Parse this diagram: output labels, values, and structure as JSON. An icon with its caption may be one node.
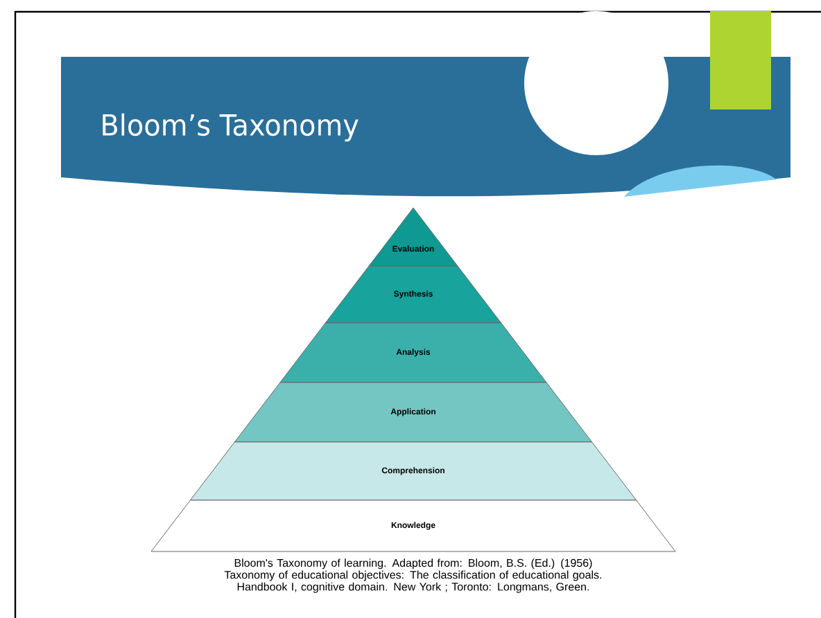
{
  "diagram": {
    "title": "Bloom’s Taxonomy",
    "caption": "Bloom's Taxonomy of learning.  Adapted from: Bloom, B.S. (Ed.) (1956) Taxonomy of educational objectives: The classification of educational goals. Handbook I, cognitive domain. New York ; Toronto: Longmans, Green.",
    "nodes": [
      {
        "text": [
          "Evaluation"
        ]
      },
      {
        "text": [
          "Synthesis"
        ]
      },
      {
        "text": [
          "Analysis"
        ]
      },
      {
        "text": [
          "Application"
        ]
      },
      {
        "text": [
          "Comprehension"
        ]
      },
      {
        "text": [
          "Knowledge"
        ]
      }
    ]
  }
}
